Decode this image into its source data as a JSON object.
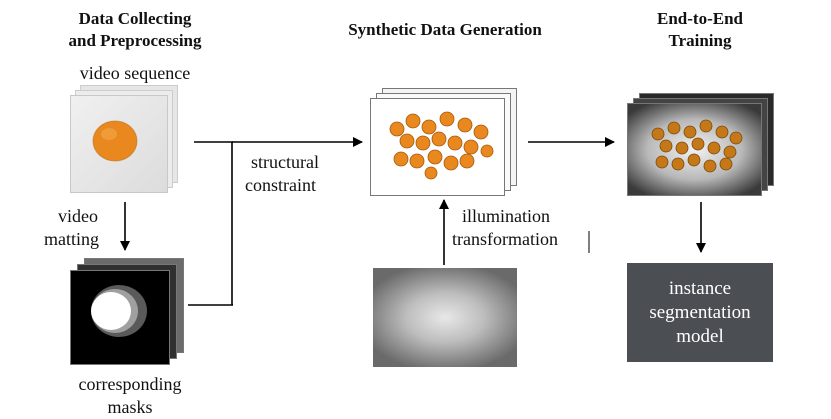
{
  "headers": {
    "collect_line1": "Data Collecting",
    "collect_line2": "and Preprocessing",
    "synthetic": "Synthetic Data Generation",
    "training_line1": "End-to-End",
    "training_line2": "Training"
  },
  "labels": {
    "video_sequence": "video sequence",
    "video_matting_line1": "video",
    "video_matting_line2": "matting",
    "corresponding_line1": "corresponding",
    "corresponding_line2": "masks",
    "structural_line1": "structural",
    "structural_line2": "constraint",
    "illumination_line1": "illumination",
    "illumination_line2": "transformation"
  },
  "model_box": {
    "line1": "instance",
    "line2": "segmentation",
    "line3": "model"
  },
  "colors": {
    "orange": "#e8881e",
    "model_box": "#4b4e53",
    "arrow": "#000000"
  }
}
